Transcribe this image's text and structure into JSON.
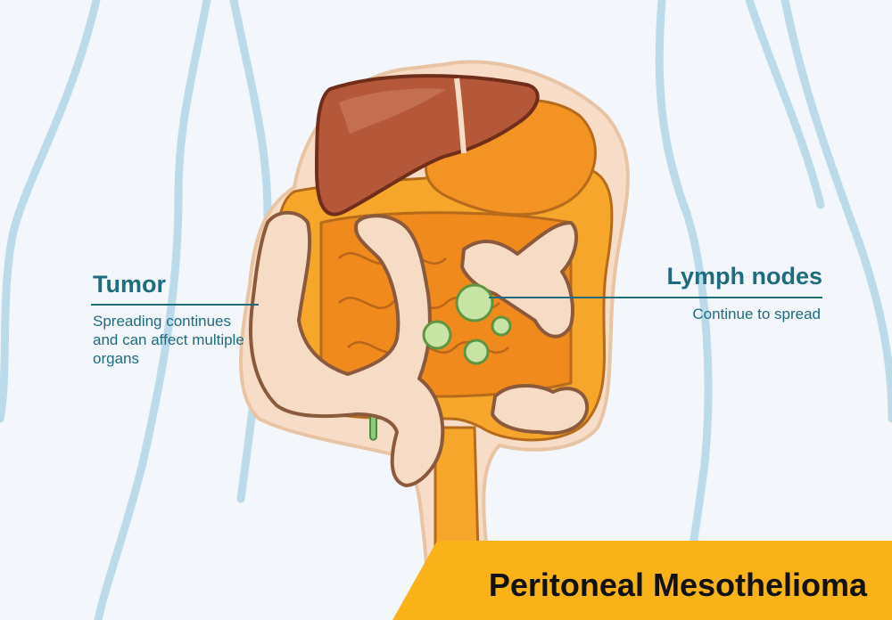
{
  "title": "Peritoneal Mesothelioma",
  "labels": {
    "tumor": {
      "title": "Tumor",
      "description": "Spreading continues and can affect multiple organs"
    },
    "lymph_nodes": {
      "title": "Lymph nodes",
      "description": "Continue to spread"
    }
  },
  "colors": {
    "background": "#f3f7fb",
    "body_outline": "#bcdbea",
    "peritoneum": "#f7ddc7",
    "liver": "#b5583a",
    "stomach": "#f29324",
    "intestine": "#f5a62b",
    "tumor": "#f6dcc4",
    "lymph_node": "#c7e4a4",
    "banner": "#f9b319",
    "text_accent": "#1f6b80"
  }
}
